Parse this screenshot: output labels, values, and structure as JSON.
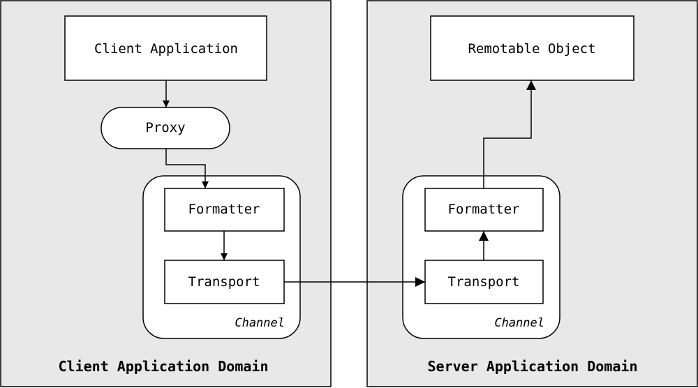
{
  "client_domain": {
    "label": "Client Application Domain",
    "client_application": "Client Application",
    "proxy": "Proxy",
    "channel": {
      "label": "Channel",
      "formatter": "Formatter",
      "transport": "Transport"
    }
  },
  "server_domain": {
    "label": "Server Application Domain",
    "remotable_object": "Remotable Object",
    "channel": {
      "label": "Channel",
      "formatter": "Formatter",
      "transport": "Transport"
    }
  },
  "colors": {
    "domain_fill": "#e8e8e8",
    "box_fill": "#ffffff",
    "stroke": "#000000"
  }
}
